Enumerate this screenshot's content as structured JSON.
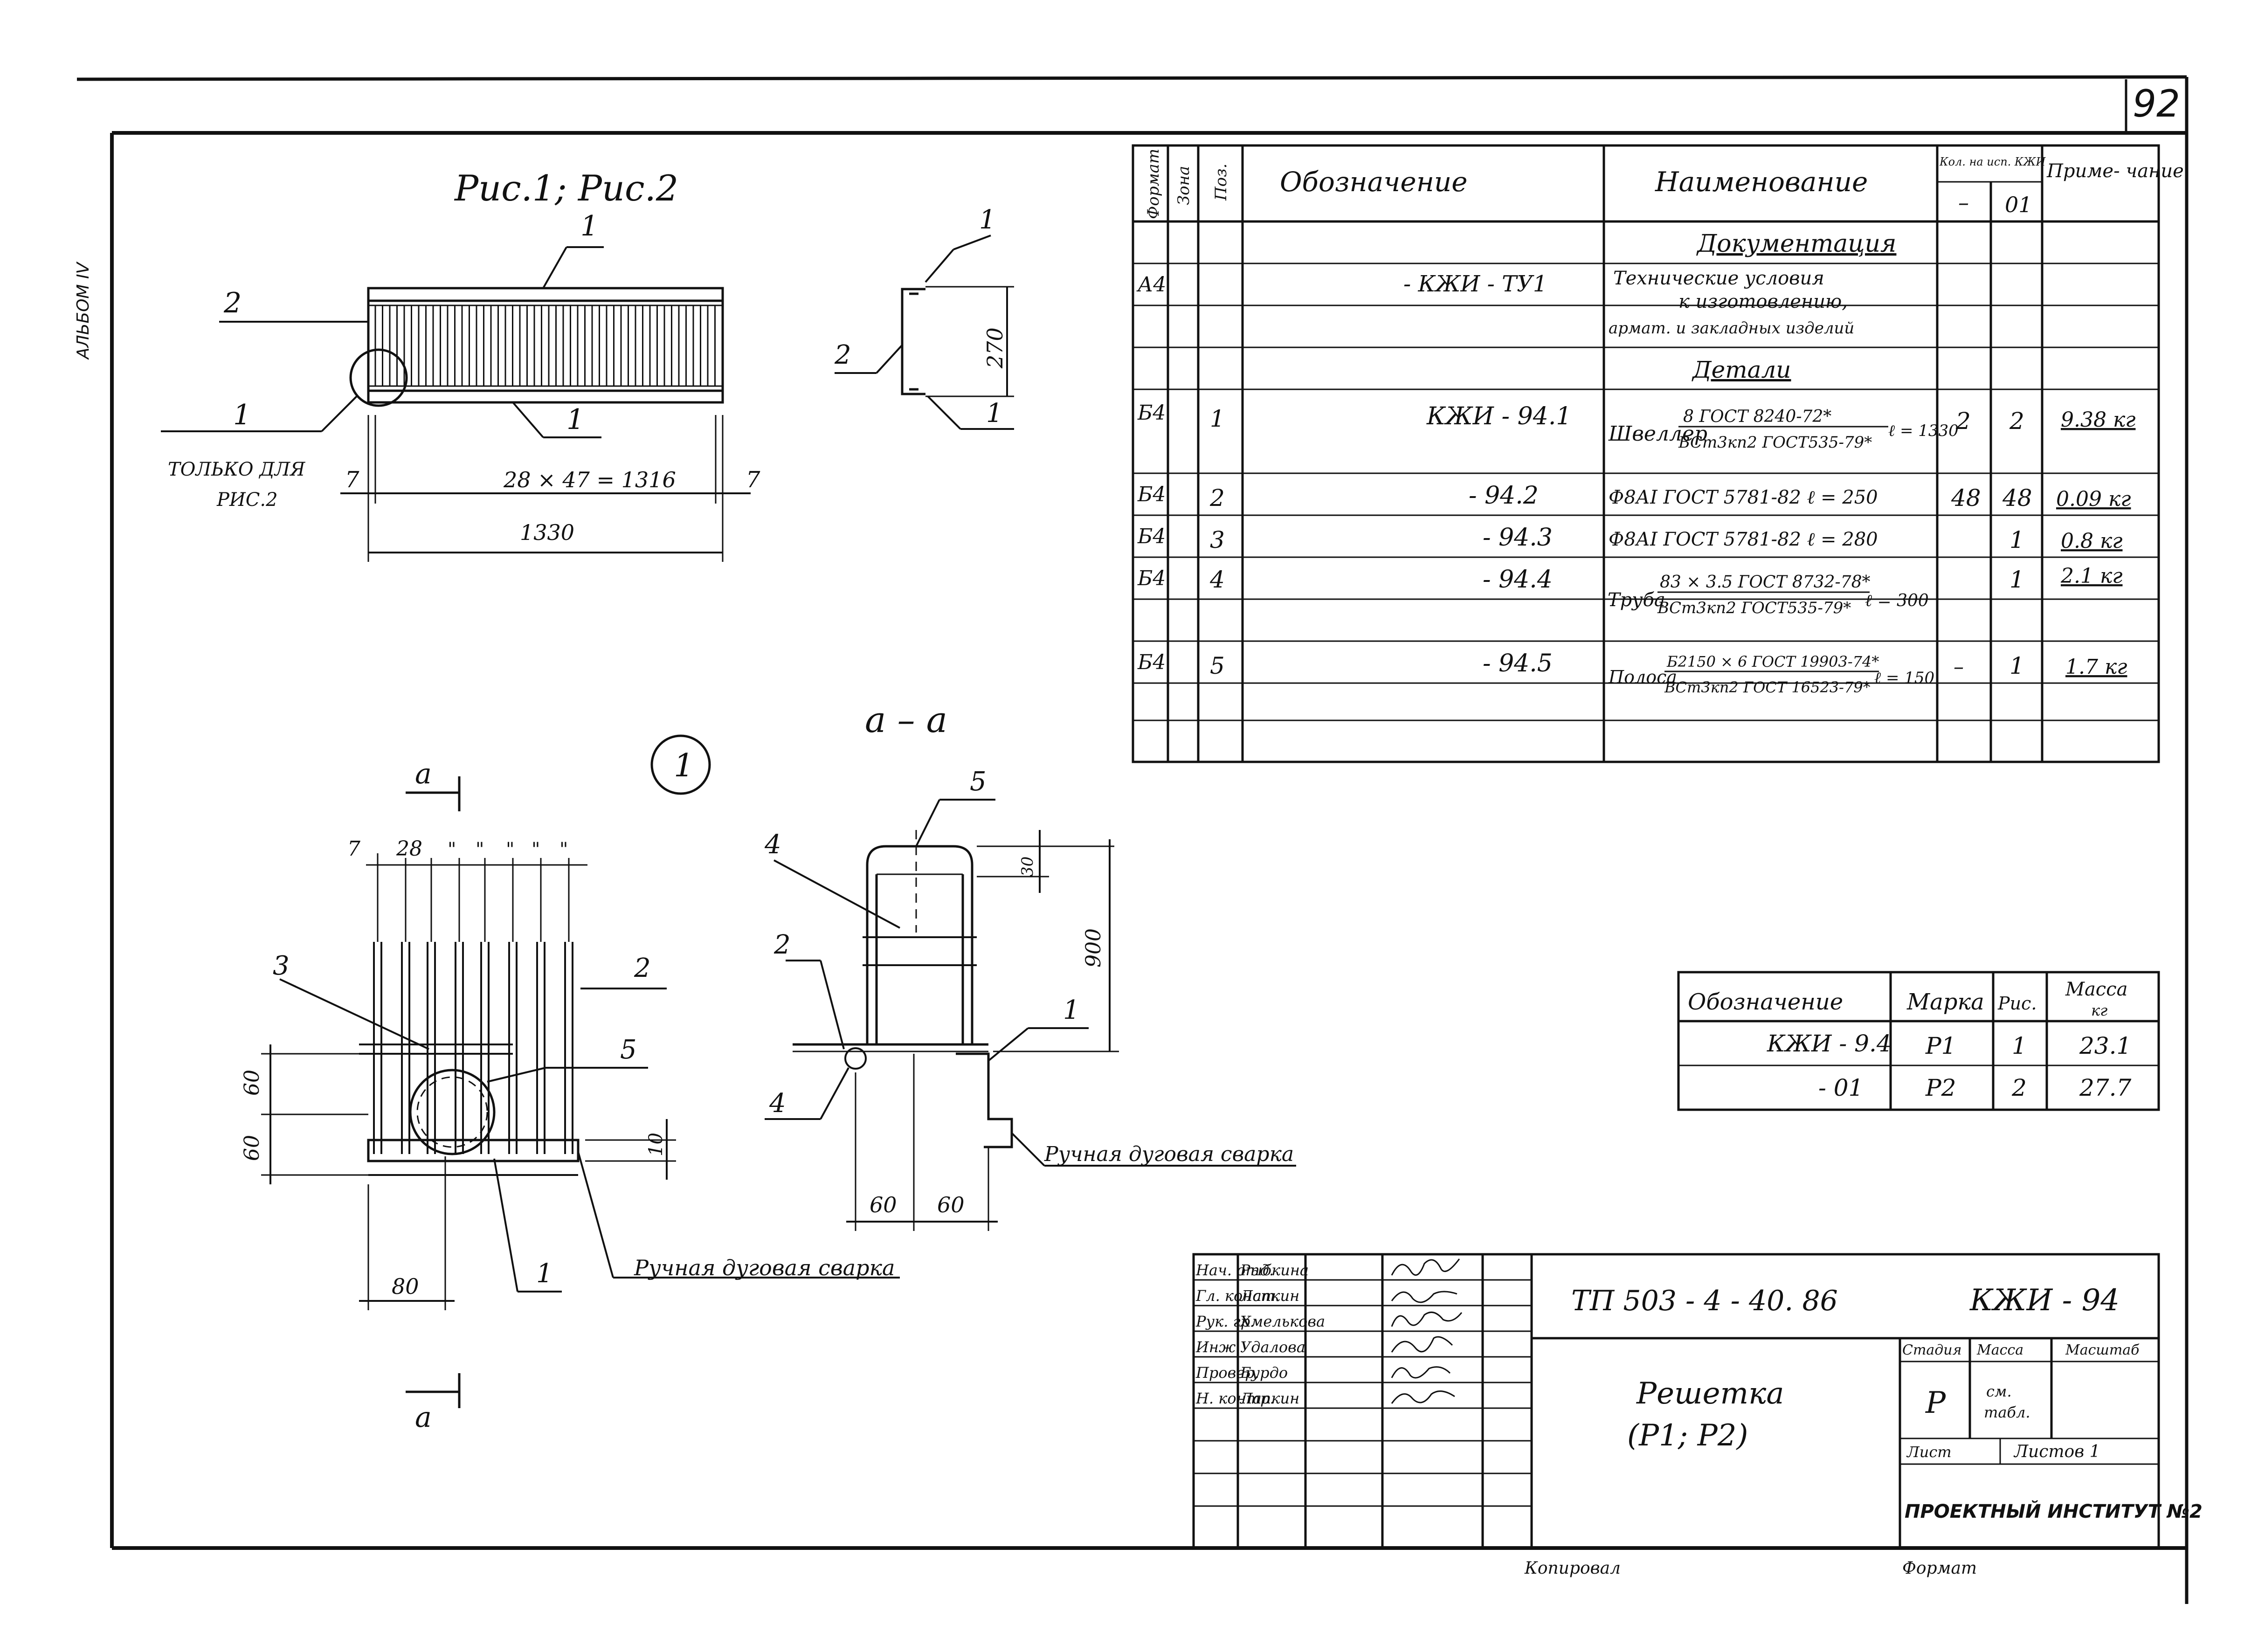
{
  "page_number": "92",
  "album_label": "АЛЬБОМ IV",
  "figures": {
    "title": "Рис.1; Рис.2",
    "only_for": "ТОЛЬКО ДЛЯ",
    "only_for_fig": "РИС.2",
    "label_1": "1",
    "label_2": "2",
    "label_3": "3",
    "label_4": "4",
    "label_5": "5",
    "dim_7": "7",
    "dim_28x47": "28 × 47 = 1316",
    "dim_1330": "1330",
    "dim_270": "270",
    "dim_28": "28",
    "dim_ditto": "\"",
    "dim_60": "60",
    "dim_80": "80",
    "dim_10": "10",
    "dim_30": "30",
    "dim_900": "900",
    "node_1": "1",
    "section_aa": "а – а",
    "section_mark": "а",
    "welding_1": "Ручная дуговая сварка",
    "welding_2": "Ручная дуговая сварка"
  },
  "spec_table": {
    "headers": {
      "format": "Формат",
      "zone": "Зона",
      "pos": "Поз.",
      "designation": "Обозначение",
      "name": "Наименование",
      "qty": "Кол. на исп. КЖИ",
      "qty_dash": "–",
      "qty_01": "01",
      "note": "Приме- чание"
    },
    "section_docs": "Документация",
    "doc_row": {
      "format": "А4",
      "designation": "- КЖИ - ТУ1",
      "name_1": "Технические условия",
      "name_2": "к изготовлению,",
      "name_3": "армат. и закладных изделий"
    },
    "section_details": "Детали",
    "rows": [
      {
        "format": "Б4",
        "pos": "1",
        "designation": "КЖИ - 94.1",
        "name_prefix": "Швеллер",
        "name_top": "8 ГОСТ 8240-72*",
        "name_bottom": "ВСт3кп2 ГОСТ535-79*",
        "name_len": "ℓ = 1330",
        "qty": "2",
        "qty_01": "2",
        "note": "9.38 кг"
      },
      {
        "format": "Б4",
        "pos": "2",
        "designation": "- 94.2",
        "name": "Ф8АI ГОСТ 5781-82  ℓ = 250",
        "qty": "48",
        "qty_01": "48",
        "note": "0.09 кг"
      },
      {
        "format": "Б4",
        "pos": "3",
        "designation": "- 94.3",
        "name": "Ф8АI ГОСТ 5781-82  ℓ = 280",
        "qty": "",
        "qty_01": "1",
        "note": "0.8 кг"
      },
      {
        "format": "Б4",
        "pos": "4",
        "designation": "- 94.4",
        "name_prefix": "Труба",
        "name_top": "83 × 3.5 ГОСТ 8732-78*",
        "name_bottom": "ВСт3кп2 ГОСТ535-79*",
        "name_len": "ℓ = 300",
        "qty": "",
        "qty_01": "1",
        "note": "2.1 кг"
      },
      {
        "format": "Б4",
        "pos": "5",
        "designation": "- 94.5",
        "name_prefix": "Полоса",
        "name_top": "Б2150 × 6 ГОСТ 19903-74*",
        "name_bottom": "ВСт3кп2 ГОСТ 16523-79*",
        "name_len": "ℓ = 150",
        "qty": "–",
        "qty_01": "1",
        "note": "1.7 кг"
      }
    ]
  },
  "mass_table": {
    "headers": {
      "designation": "Обозначение",
      "mark": "Марка",
      "fig": "Рис.",
      "mass": "Масса",
      "mass_unit": "кг"
    },
    "rows": [
      {
        "designation": "КЖИ - 9.4",
        "mark": "Р1",
        "fig": "1",
        "mass": "23.1"
      },
      {
        "designation": "- 01",
        "mark": "Р2",
        "fig": "2",
        "mass": "27.7"
      }
    ]
  },
  "title_block": {
    "signatures": [
      {
        "role": "Нач. отд.",
        "name": "Рыбкина"
      },
      {
        "role": "Гл. конст.",
        "name": "Лапкин"
      },
      {
        "role": "Рук. гр.",
        "name": "Хмелькова"
      },
      {
        "role": "Инж.",
        "name": "Удалова"
      },
      {
        "role": "Провер.",
        "name": "Бурдо"
      },
      {
        "role": "Н. контр.",
        "name": "Лапкин"
      }
    ],
    "project_code": "ТП 503 - 4 - 40. 86",
    "doc_code": "КЖИ - 94",
    "title_1": "Решетка",
    "title_2": "(Р1; Р2)",
    "stage_label": "Стадия",
    "mass_label": "Масса",
    "scale_label": "Масштаб",
    "stage": "Р",
    "mass_value_1": "см.",
    "mass_value_2": "табл.",
    "sheet_label": "Лист",
    "sheets_label": "Листов 1",
    "institute": "ПРОЕКТНЫЙ ИНСТИТУТ №2"
  },
  "footer": {
    "copied": "Копировал",
    "format": "Формат"
  }
}
